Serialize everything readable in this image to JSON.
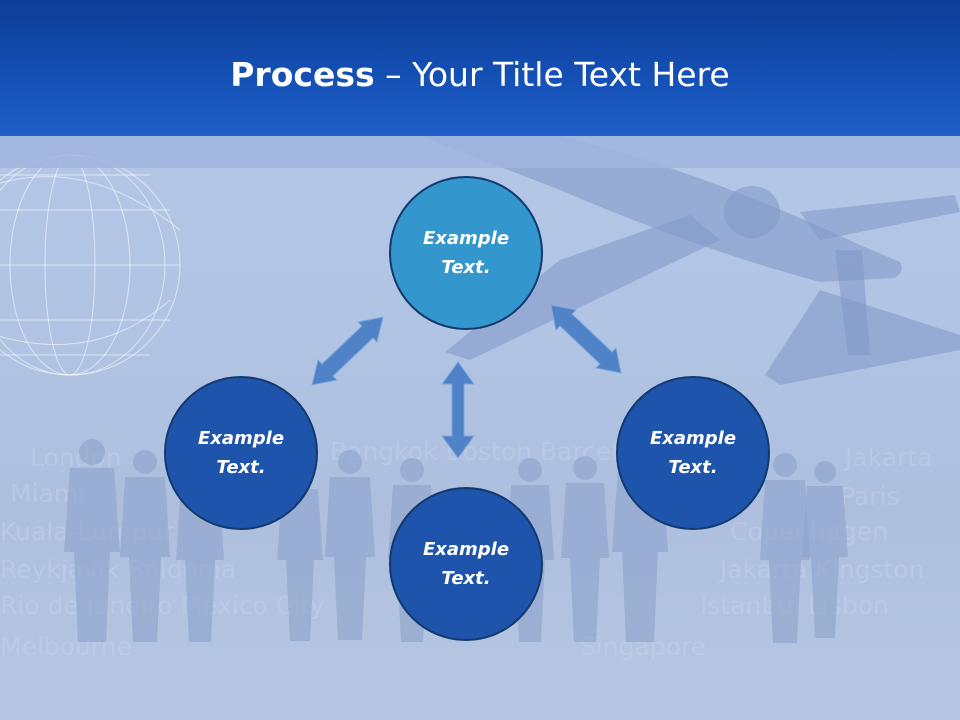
{
  "slide": {
    "title_bold": "Process",
    "title_rest": " – Your Title Text Here"
  },
  "nodes": {
    "top": "Example Text.",
    "left": "Example Text.",
    "right": "Example Text.",
    "bottom": "Example Text."
  },
  "colors": {
    "header_blue": "#1551b7",
    "node_dark": "#1f54ac",
    "node_light": "#3396cc",
    "arrow": "#4f82c6"
  },
  "icons": {
    "arrows": "double-headed-arrow-icon"
  }
}
